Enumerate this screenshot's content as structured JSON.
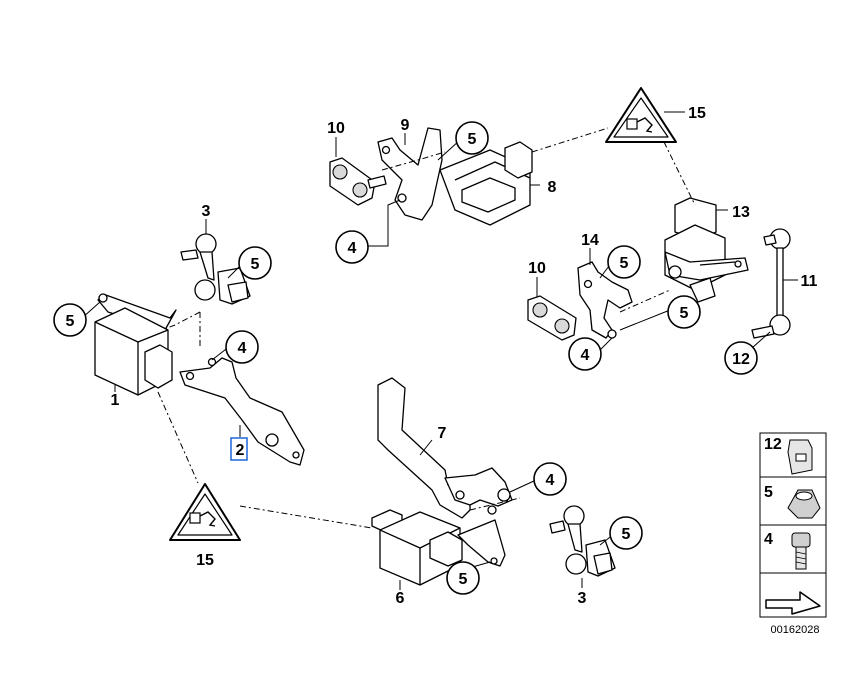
{
  "diagram": {
    "labels": {
      "p1": "1",
      "p2": "2",
      "p3a": "3",
      "p3b": "3",
      "p4a": "4",
      "p4b": "4",
      "p4c": "4",
      "p4d": "4",
      "p5a": "5",
      "p5b": "5",
      "p5c": "5",
      "p5d": "5",
      "p5e": "5",
      "p5f": "5",
      "p5g": "5",
      "p6": "6",
      "p7": "7",
      "p8": "8",
      "p9": "9",
      "p10a": "10",
      "p10b": "10",
      "p11": "11",
      "p12": "12",
      "p13": "13",
      "p14": "14",
      "p15a": "15",
      "p15b": "15"
    },
    "key": {
      "item12": "12",
      "item5": "5",
      "item4": "4"
    },
    "reference_code": "00162028"
  }
}
